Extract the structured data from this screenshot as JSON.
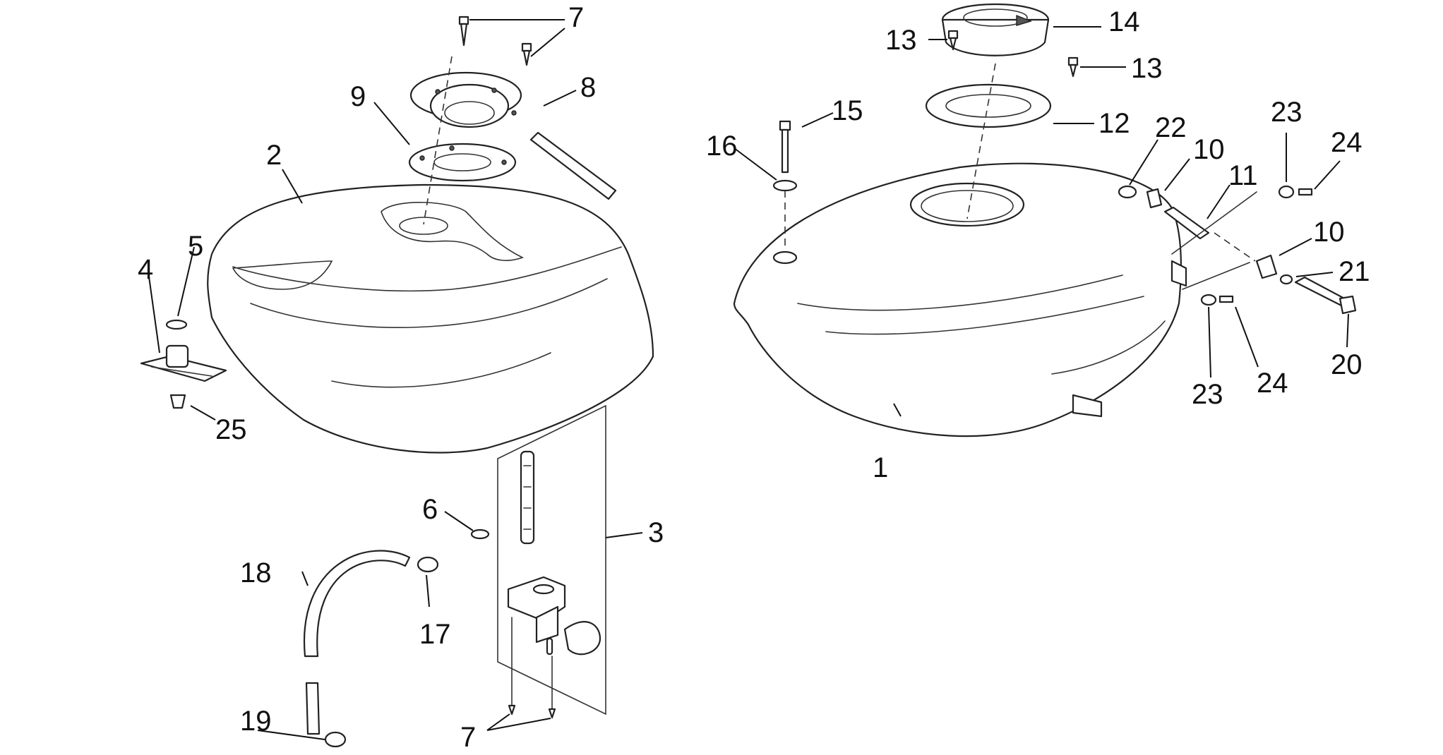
{
  "callouts": {
    "c1": "1",
    "c2": "2",
    "c3": "3",
    "c4": "4",
    "c5": "5",
    "c6": "6",
    "c7a": "7",
    "c7b": "7",
    "c8": "8",
    "c9": "9",
    "c10a": "10",
    "c10b": "10",
    "c11": "11",
    "c12": "12",
    "c13a": "13",
    "c13b": "13",
    "c14": "14",
    "c15": "15",
    "c16": "16",
    "c17": "17",
    "c18": "18",
    "c19": "19",
    "c20": "20",
    "c21": "21",
    "c22": "22",
    "c23a": "23",
    "c23b": "23",
    "c24a": "24",
    "c24b": "24",
    "c25": "25"
  },
  "colors": {
    "line": "#222222",
    "background": "#ffffff"
  }
}
